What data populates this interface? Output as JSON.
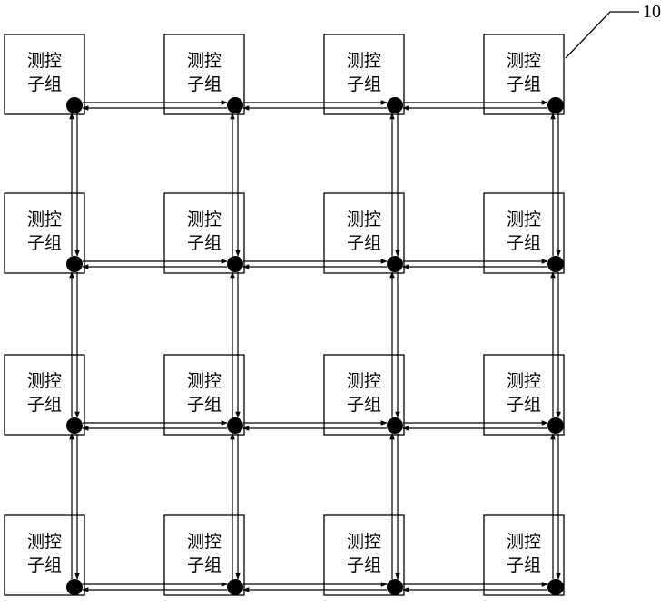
{
  "diagram": {
    "rows": 4,
    "cols": 4,
    "node_label": "测控\n子组",
    "reference_numeral": "10",
    "colors": {
      "line": "#000000",
      "node": "#000000",
      "background": "#ffffff"
    }
  }
}
